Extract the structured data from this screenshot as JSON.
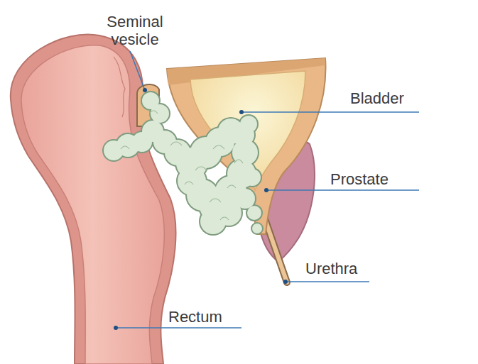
{
  "diagram": {
    "labels": [
      "Seminal vesicle",
      "Bladder",
      "Prostate",
      "Urethra",
      "Rectum"
    ]
  }
}
